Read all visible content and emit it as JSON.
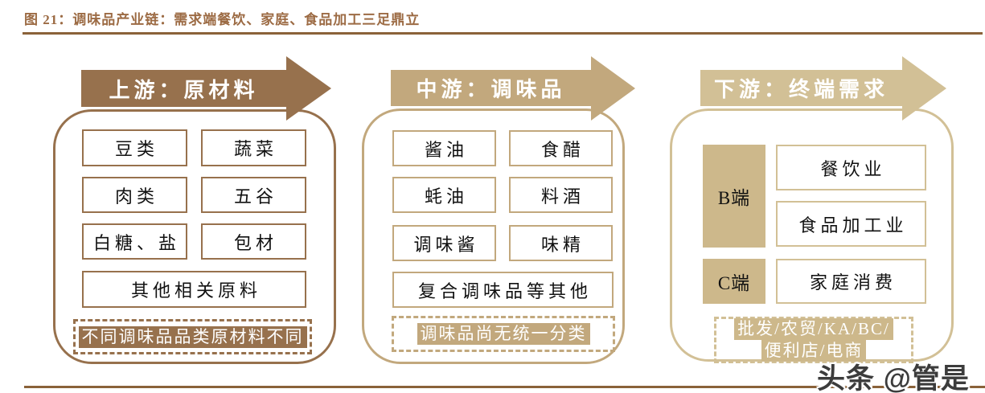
{
  "figure": {
    "title": "图 21：调味品产业链：需求端餐饮、家庭、食品加工三足鼎立",
    "watermark": "头条 @管是"
  },
  "colors": {
    "upstream_brown": "#97714D",
    "midstream_tan": "#C2A87D",
    "downstream_light_tan": "#D2C096",
    "bc_fill_tan": "#CDB88B",
    "title_brown": "#9C6B44",
    "rule_brown": "#8A6239",
    "box_text": "#111111",
    "note_text": "#FFFFFF",
    "watermark_gray": "#3C3C3C"
  },
  "upstream": {
    "banner": "上游：原材料",
    "boxes": [
      "豆类",
      "蔬菜",
      "肉类",
      "五谷",
      "白糖、盐",
      "包材"
    ],
    "full_box": "其他相关原料",
    "note": "不同调味品品类原材料不同"
  },
  "midstream": {
    "banner": "中游：调味品",
    "boxes": [
      "酱油",
      "食醋",
      "蚝油",
      "料酒",
      "调味酱",
      "味精"
    ],
    "full_box": "复合调味品等其他",
    "note": "调味品尚无统一分类"
  },
  "downstream": {
    "banner": "下游：终端需求",
    "b_label": "B端",
    "b_items": [
      "餐饮业",
      "食品加工业"
    ],
    "c_label": "C端",
    "c_items": [
      "家庭消费"
    ],
    "note_line1": "批发/农贸/KA/BC/",
    "note_line2": "便利店/电商"
  }
}
